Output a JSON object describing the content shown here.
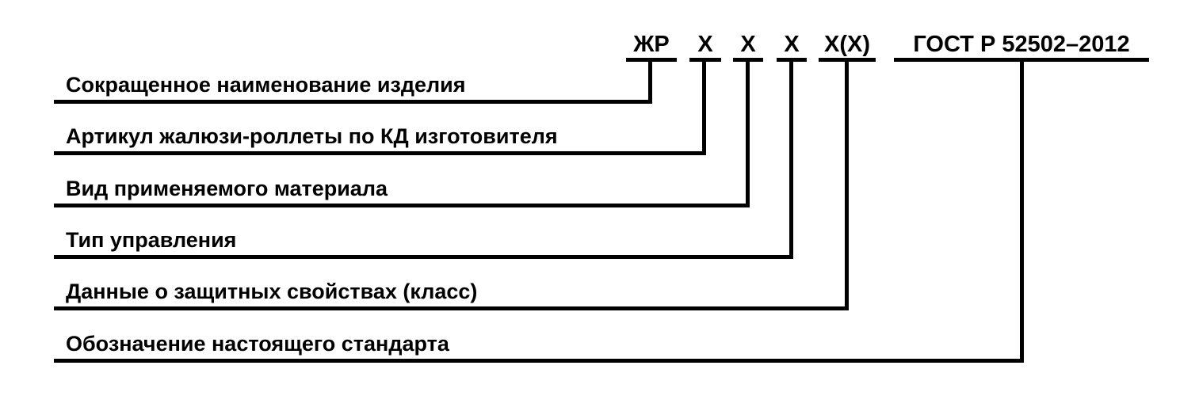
{
  "figure": {
    "title": "Structure of conventional designation (GOST R 52502-2012 roller shutter)",
    "code_parts": [
      "ЖР",
      "Х",
      "Х",
      "Х",
      "Х(Х)",
      "ГОСТ Р 52502–2012"
    ],
    "row_labels": [
      "Сокращенное наименование изделия",
      "Артикул жалюзи-роллеты по КД изготовителя",
      "Вид применяемого материала",
      "Тип управления",
      "Данные о защитных свойствах (класс)",
      "Обозначение настоящего стандарта"
    ],
    "colors": {
      "ink": "#000000",
      "background": "#ffffff"
    }
  }
}
